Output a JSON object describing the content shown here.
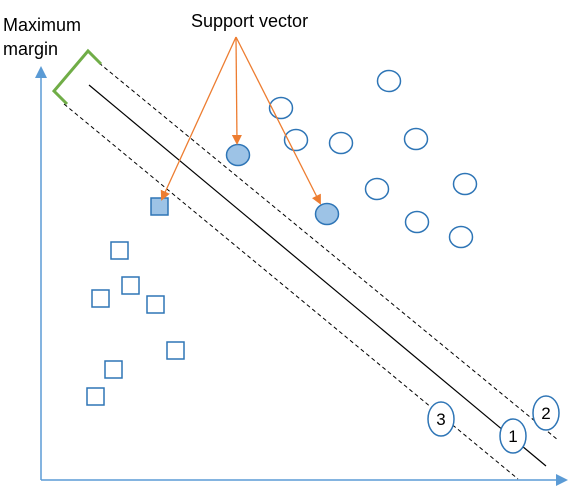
{
  "labels": {
    "margin_line1": "Maximum",
    "margin_line2": "margin",
    "support_vector": "Support vector"
  },
  "line_labels": [
    "1",
    "2",
    "3"
  ],
  "colors": {
    "axis": "#5b9bd5",
    "point_stroke": "#2e75b6",
    "support_fill": "#9dc3e6",
    "arrow": "#ed7d31",
    "bracket": "#70ad47",
    "line": "#000000"
  },
  "icons": {
    "square_marker": "square-icon",
    "circle_marker": "circle-icon"
  }
}
